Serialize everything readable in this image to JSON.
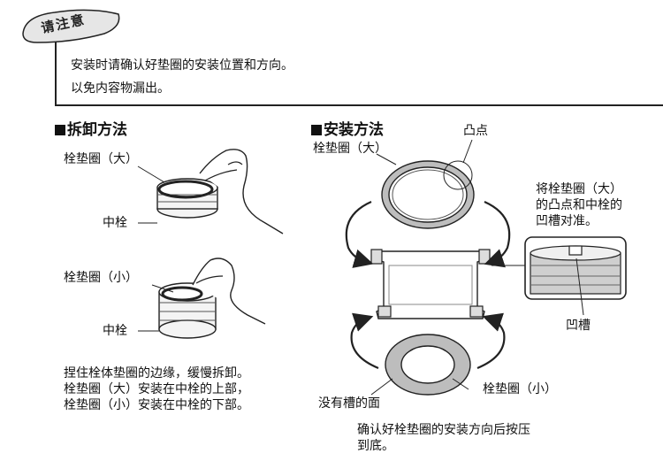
{
  "notice": {
    "badge": "请注意",
    "line1": "安装时请确认好垫圈的安装位置和方向。",
    "line2": "以免内容物漏出。"
  },
  "removal": {
    "heading": "拆卸方法",
    "label_large": "栓垫圈（大）",
    "label_plug_1": "中栓",
    "label_small": "栓垫圈（小）",
    "label_plug_2": "中栓",
    "instructions": [
      "捏住栓体垫圈的边缘，缓慢拆卸。",
      "栓垫圈（大）安装在中栓的上部，",
      "栓垫圈（小）安装在中栓的下部。"
    ]
  },
  "install": {
    "heading": "安装方法",
    "label_large": "栓垫圈（大）",
    "label_bump": "凸点",
    "align_note": [
      "将栓垫圈（大）",
      "的凸点和中栓的",
      "凹槽对准。"
    ],
    "label_groove": "凹槽",
    "label_no_groove": "没有槽的面",
    "label_small": "栓垫圈（小）",
    "confirm": [
      "确认好栓垫圈的安装方向后按压",
      "到底。"
    ]
  }
}
